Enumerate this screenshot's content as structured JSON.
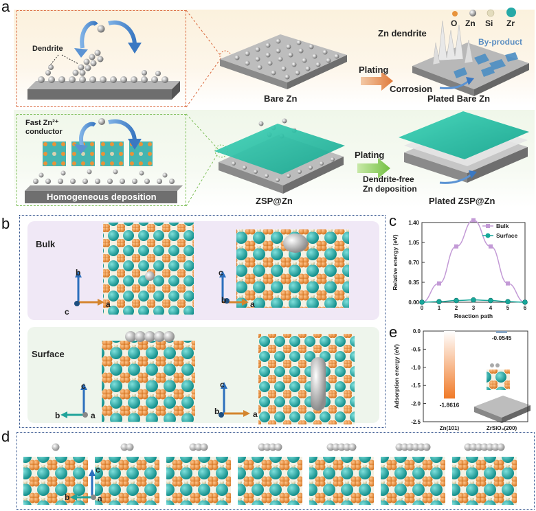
{
  "panels": {
    "a": "a",
    "b": "b",
    "c": "c",
    "d": "d",
    "e": "e"
  },
  "legend": {
    "items": [
      "O",
      "Zn",
      "Si",
      "Zr"
    ],
    "colors": [
      "#e8933a",
      "#9a9a9a",
      "#d9d2b0",
      "#26a9a6"
    ]
  },
  "panel_a": {
    "dendrite": "Dendrite",
    "bare_zn": "Bare Zn",
    "plating_top": "Plating",
    "zn_dendrite": "Zn dendrite",
    "by_product": "By-product",
    "corrosion": "Corrosion",
    "plated_bare_zn": "Plated Bare Zn",
    "fast_conductor_line1": "Fast Zn²⁺",
    "fast_conductor_line2": "conductor",
    "homogeneous": "Homogeneous deposition",
    "zsp_zn": "ZSP@Zn",
    "plating_bottom": "Plating",
    "dendrite_free_line1": "Dendrite-free",
    "dendrite_free_line2": "Zn deposition",
    "plated_zsp_zn": "Plated ZSP@Zn"
  },
  "panel_b": {
    "bulk": "Bulk",
    "surface": "Surface",
    "axes": {
      "a": "a",
      "b": "b",
      "c": "c"
    }
  },
  "panel_d": {
    "axes": {
      "a": "a",
      "b": "b",
      "c": "c"
    }
  },
  "chart_data": [
    {
      "id": "c",
      "type": "line",
      "xlabel": "Reaction path",
      "ylabel": "Relative energy (eV)",
      "x": [
        0,
        1,
        2,
        3,
        4,
        5,
        6
      ],
      "xlim": [
        0,
        6
      ],
      "ylim": [
        0,
        1.4
      ],
      "yticks": [
        0.0,
        0.35,
        0.7,
        1.05,
        1.4
      ],
      "ytick_labels": [
        "0.00",
        "0.35",
        "0.70",
        "1.05",
        "1.40"
      ],
      "legend_position": "top-right",
      "series": [
        {
          "name": "Bulk",
          "values": [
            0.0,
            0.33,
            0.98,
            1.44,
            0.98,
            0.33,
            0.0
          ],
          "color": "#c39ad6",
          "marker": "square"
        },
        {
          "name": "Surface",
          "values": [
            0.0,
            0.01,
            0.03,
            0.04,
            0.03,
            0.01,
            0.0
          ],
          "color": "#17a79a",
          "marker": "circle"
        }
      ]
    },
    {
      "id": "e",
      "type": "bar",
      "ylabel": "Adsorption energy (eV)",
      "categories": [
        "Zn(101)",
        "ZrSiO₄(200)"
      ],
      "values": [
        -1.8616,
        -0.0545
      ],
      "data_labels": [
        "-1.8616",
        "-0.0545"
      ],
      "ylim": [
        -2.5,
        0.0
      ],
      "yticks": [
        0.0,
        -0.5,
        -1.0,
        -1.5,
        -2.0,
        -2.5
      ],
      "ytick_labels": [
        "0.0",
        "-0.5",
        "-1.0",
        "-1.5",
        "-2.0",
        "-2.5"
      ],
      "colors": [
        "#f07a28",
        "#7f9fbf"
      ]
    }
  ]
}
